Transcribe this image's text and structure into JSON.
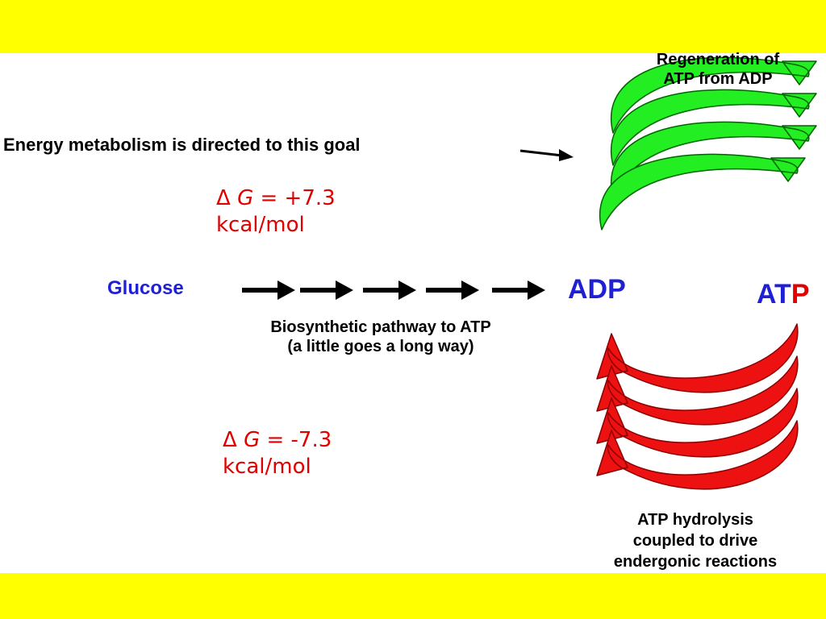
{
  "goal_text": "Energy metabolism is directed to this goal",
  "regeneration": {
    "line1": "Regeneration of",
    "line2": "ATP from ADP"
  },
  "delta_g_positive": {
    "symbol": "Δ",
    "g": "G",
    "value": " = +7.3",
    "unit": "kcal/mol"
  },
  "delta_g_negative": {
    "symbol": "Δ",
    "g": "G",
    "value": " = -7.3",
    "unit": "kcal/mol"
  },
  "glucose": "Glucose",
  "adp": "ADP",
  "atp": {
    "prefix": "AT",
    "suffix": "P"
  },
  "pathway": {
    "line1": "Biosynthetic pathway to ATP",
    "line2": "(a little goes a long way)"
  },
  "hydrolysis": {
    "line1": "ATP hydrolysis",
    "line2": "coupled to drive",
    "line3": "endergonic reactions"
  },
  "colors": {
    "frame": "#ffff00",
    "green_arrow": "#22ee22",
    "red_arrow": "#ee1111",
    "blue_text": "#1f1fd6",
    "red_text": "#e00000"
  }
}
